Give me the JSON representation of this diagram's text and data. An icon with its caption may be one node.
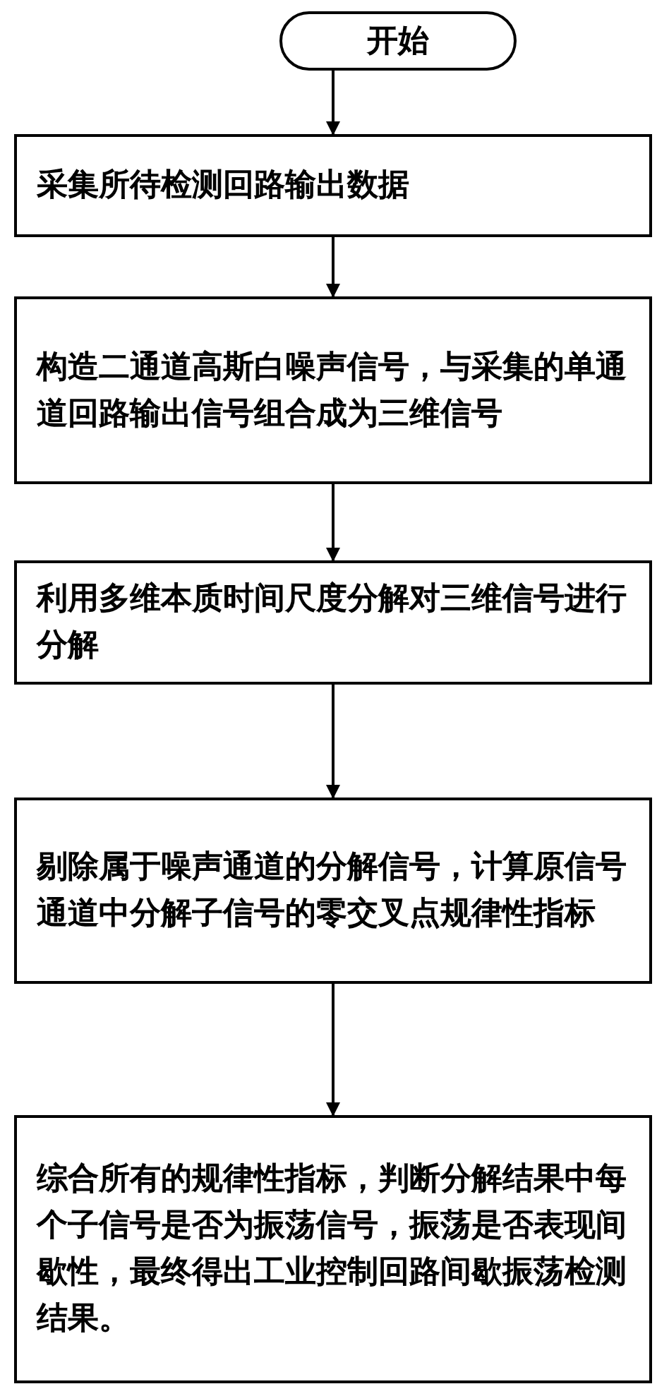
{
  "diagram": {
    "nodes": [
      {
        "text": [
          "开始"
        ]
      },
      {
        "text": [
          "采集所待检测回路输出数据"
        ]
      },
      {
        "text": [
          "构造二通道高斯白噪声信号，与采集的单通道回路输出信号组合成为三维信号"
        ]
      },
      {
        "text": [
          "利用多维本质时间尺度分解对三维信号进行分解"
        ]
      },
      {
        "text": [
          "剔除属于噪声通道的分解信号，计算原信号通道中分解子信号的零交叉点规律性指标"
        ]
      },
      {
        "text": [
          "综合所有的规律性指标，判断分解结果中每个子信号是否为振荡信号，振荡是否表现间歇性，最终得出工业控制回路间歇振荡检测结果。"
        ]
      }
    ],
    "edges": [
      {
        "from": 0,
        "to": 1,
        "arrow": "to"
      },
      {
        "from": 1,
        "to": 2,
        "arrow": "to"
      },
      {
        "from": 2,
        "to": 3,
        "arrow": "to"
      },
      {
        "from": 3,
        "to": 4,
        "arrow": "to"
      },
      {
        "from": 4,
        "to": 5,
        "arrow": "to"
      }
    ]
  }
}
